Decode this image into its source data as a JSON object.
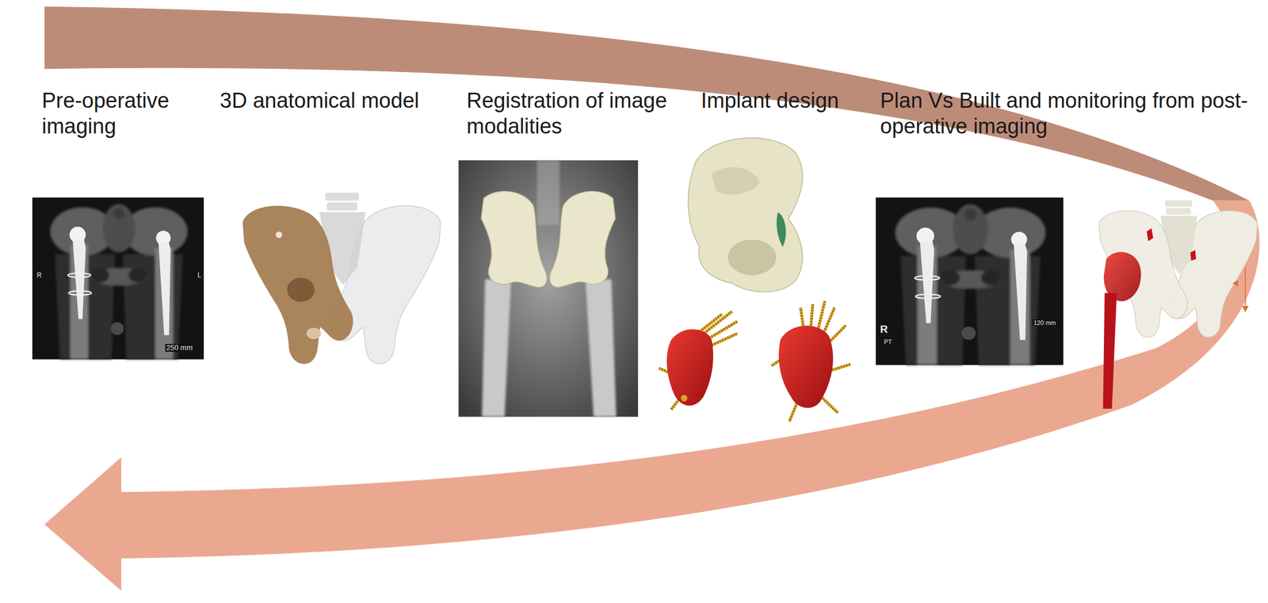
{
  "diagram": {
    "labels": [
      "Pre-operative imaging",
      "3D anatomical model",
      "Registration of image modalities",
      "Implant design",
      "Plan Vs Built and monitoring from post-operative imaging",
      "R",
      "L",
      "250 mm",
      "R",
      "PT",
      "120 mm"
    ]
  }
}
